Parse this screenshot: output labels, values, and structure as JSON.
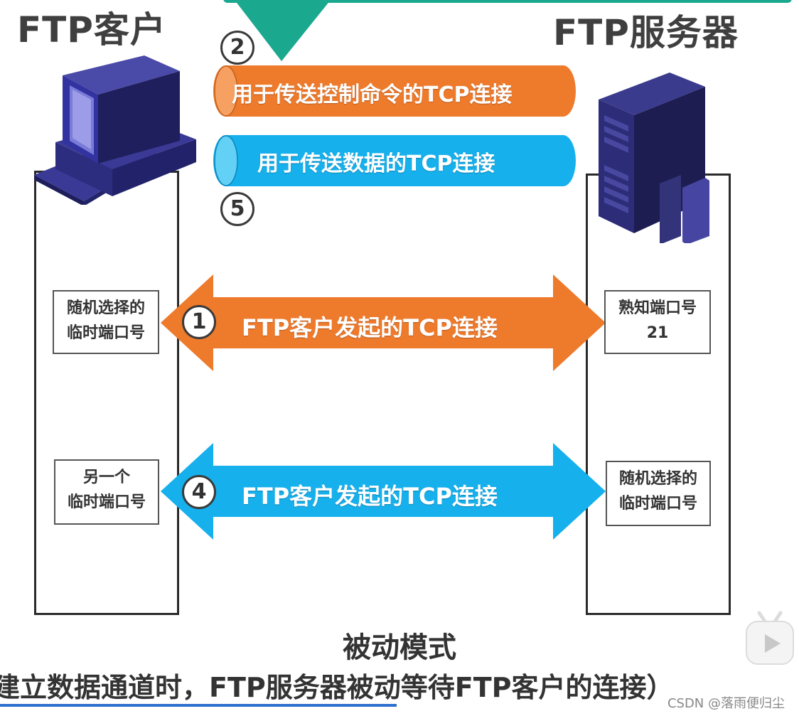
{
  "titles": {
    "client": "FTP客户",
    "server": "FTP服务器"
  },
  "pipes": {
    "control": {
      "label": "用于传送控制命令的TCP连接",
      "color": "#ee7a2c"
    },
    "data": {
      "label": "用于传送数据的TCP连接",
      "color": "#16b0ec"
    }
  },
  "steps": {
    "s1": "1",
    "s2": "2",
    "s4": "4",
    "s5": "5"
  },
  "arrows": {
    "control": {
      "label": "FTP客户发起的TCP连接",
      "color": "#ee7a2c"
    },
    "data": {
      "label": "FTP客户发起的TCP连接",
      "color": "#16b0ec"
    }
  },
  "ports": {
    "client_control": {
      "line1": "随机选择的",
      "line2": "临时端口号"
    },
    "server_control": {
      "line1": "熟知端口号",
      "line2": "21"
    },
    "client_data": {
      "line1": "另一个",
      "line2": "临时端口号"
    },
    "server_data": {
      "line1": "随机选择的",
      "line2": "临时端口号"
    }
  },
  "caption": {
    "mode": "被动模式",
    "description": "建立数据通道时，FTP服务器被动等待FTP客户的连接）"
  },
  "watermark": "CSDN @落雨便归尘",
  "colors": {
    "teal_banner": "#1aa88f",
    "computer_blue": "#2d2d7a",
    "server_dark": "#2a2a66"
  },
  "icons": {
    "client": "desktop-computer-icon",
    "server": "server-tower-icon",
    "play": "play-icon"
  }
}
